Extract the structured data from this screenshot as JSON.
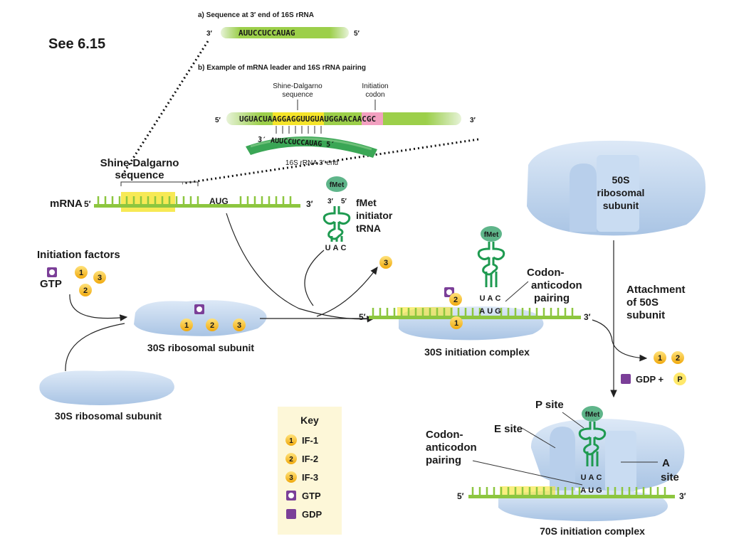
{
  "see_ref": "See 6.15",
  "panel_a": {
    "title": "a) Sequence at 3′ end of 16S rRNA",
    "end3": "3′",
    "seq": "AUUCCUCCAUAG",
    "end5": "5′"
  },
  "panel_b": {
    "title": "b) Example of mRNA leader and 16S rRNA pairing",
    "sd_label1": "Shine-Dalgarno",
    "sd_label2": "sequence",
    "init_label1": "Initiation",
    "init_label2": "codon",
    "end5": "5′",
    "seq_pre": "UGUAC",
    "seq_sd": "UAAGGAGG",
    "seq_mid": "UUGU",
    "seq_aug": "AUG",
    "seq_post": "GAACAACGC",
    "end3": "3′",
    "rrna_3": "3′",
    "rrna_seq": "AUUCCUCCAUAG",
    "rrna_5": "5′",
    "rrna_label": "16S rRNA 3′ end"
  },
  "main": {
    "sd_label1": "Shine-Dalgarno",
    "sd_label2": "sequence",
    "mrna_label": "mRNA",
    "mrna_5": "5′",
    "mrna_aug": "AUG",
    "mrna_3": "3′",
    "trna_fmet": "fMet",
    "trna_3": "3′",
    "trna_5": "5′",
    "trna_label1": "fMet",
    "trna_label2": "initiator",
    "trna_label3": "tRNA",
    "trna_anticodon": "UAC",
    "init_factors": "Initiation factors",
    "gtp": "GTP",
    "f1": "1",
    "f2": "2",
    "f3": "3",
    "sub30_a": "30S ribosomal subunit",
    "sub30_b": "30S ribosomal subunit",
    "complex30": "30S initiation complex",
    "codon_pair1": "Codon-",
    "codon_pair2": "anticodon",
    "codon_pair3": "pairing",
    "uac": "UAC",
    "aug": "AUG",
    "end5": "5′",
    "end3": "3′",
    "sub50_1": "50S",
    "sub50_2": "ribosomal",
    "sub50_3": "subunit",
    "attach1": "Attachment",
    "attach2": "of 50S",
    "attach3": "subunit",
    "gdp_plus": "GDP +",
    "p": "P",
    "p_site": "P site",
    "e_site": "E site",
    "a_site1": "A",
    "a_site2": "site",
    "complex70": "70S initiation complex"
  },
  "key": {
    "title": "Key",
    "items": [
      {
        "badge": "1",
        "label": "IF-1"
      },
      {
        "badge": "2",
        "label": "IF-2"
      },
      {
        "badge": "3",
        "label": "IF-3"
      },
      {
        "badge": "",
        "label": "GTP"
      },
      {
        "badge": "",
        "label": "GDP"
      }
    ]
  },
  "colors": {
    "mrna_green": "#8dc63f",
    "shine_yellow": "#f5e42a",
    "aug_pink": "#f2a0c0",
    "trna_green": "#1e9a50",
    "ribosome_blue": "#c6daf0",
    "factor_orange": "#f7c12c",
    "gtp_purple": "#7b3f98",
    "key_bg": "#fdf7d8"
  }
}
